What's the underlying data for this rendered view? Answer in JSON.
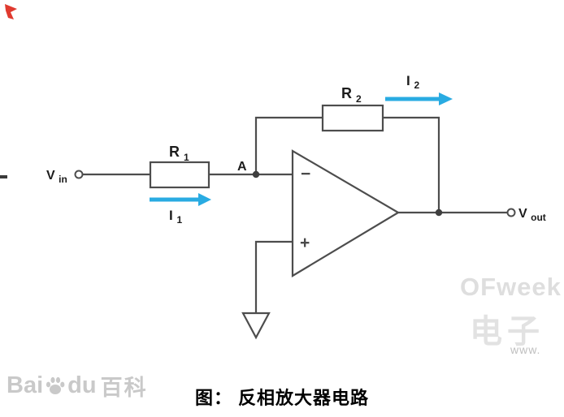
{
  "caption": "图： 反相放大器电路",
  "circuit": {
    "vin": {
      "main": "V",
      "sub": "in"
    },
    "vout": {
      "main": "V",
      "sub": "out"
    },
    "r1": {
      "main": "R",
      "sub": "1"
    },
    "r2": {
      "main": "R",
      "sub": "2"
    },
    "i1": {
      "main": "I",
      "sub": "1"
    },
    "i2": {
      "main": "I",
      "sub": "2"
    },
    "node_a": "A",
    "minus": "−",
    "plus": "+"
  },
  "colors": {
    "wire": "#4d4d4d",
    "current_arrow": "#29abe2",
    "label": "#1c1c1c",
    "watermark": "#dedede"
  },
  "watermarks": {
    "ofweek": "OFweek",
    "chinese": "电子",
    "url": "www.",
    "baidu_prefix": "Bai",
    "baidu_suffix": "du",
    "baidu_baike": "百科"
  }
}
